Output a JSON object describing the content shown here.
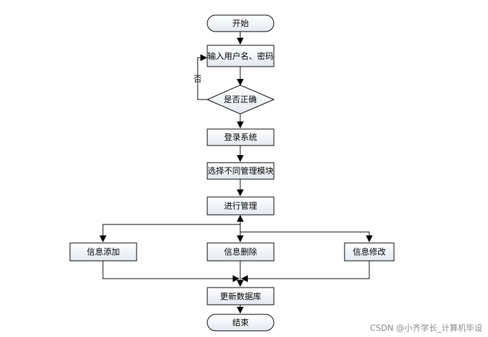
{
  "diagram": {
    "nodes": {
      "start": "开始",
      "input": "输入用户名、密码",
      "check": "是否正确",
      "login": "登录系统",
      "choose": "选择不同管理模块",
      "manage": "进行管理",
      "add": "信息添加",
      "del": "信息删除",
      "edit": "信息修改",
      "update": "更新数据库",
      "end": "结束"
    },
    "edge_labels": {
      "no": "否"
    },
    "colors": {
      "line": "#000000",
      "fill_top": "#ffffff",
      "fill_bottom": "#e3e8f0"
    }
  },
  "watermark": "CSDN @小齐学长_计算机毕设"
}
